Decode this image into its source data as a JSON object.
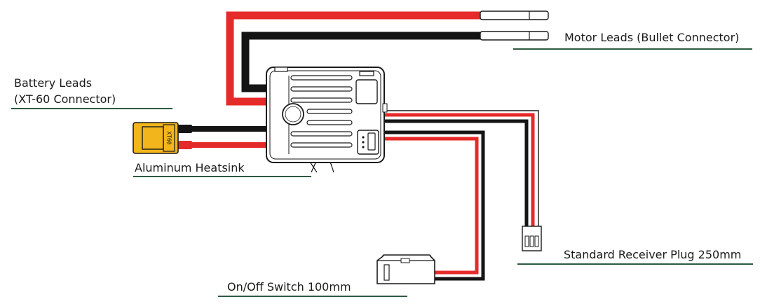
{
  "diagram": {
    "labels": {
      "motor_leads": "Motor Leads (Bullet Connector)",
      "battery_leads_line1": "Battery Leads",
      "battery_leads_line2": "(XT-60 Connector)",
      "heatsink": "Aluminum Heatsink",
      "receiver_plug": "Standard Receiver Plug 250mm",
      "switch": "On/Off Switch 100mm"
    },
    "connector_text": "XT60",
    "colors": {
      "red_wire": "#e52a2a",
      "black_wire": "#141414",
      "xt60_body": "#f2b51b",
      "underline": "#2f5a3f",
      "outline": "#1a1a1a"
    }
  }
}
